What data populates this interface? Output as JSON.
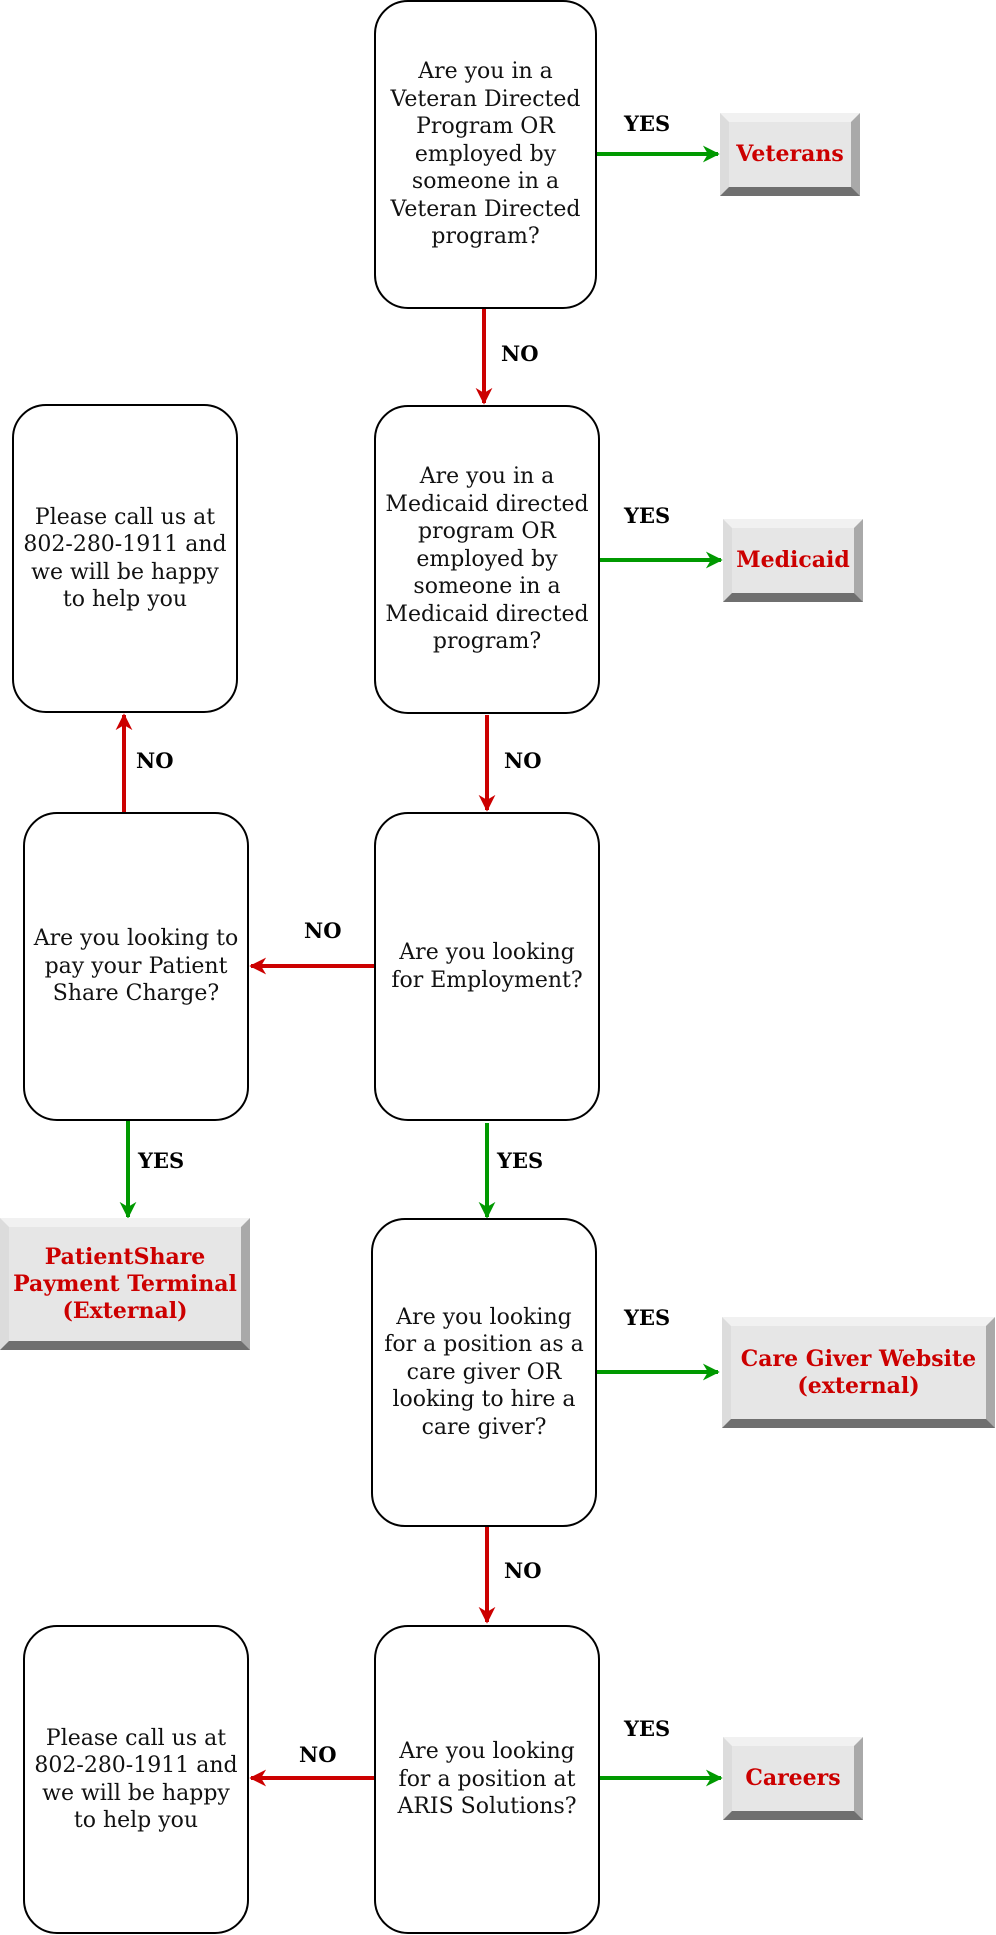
{
  "colors": {
    "yes": "#009900",
    "no": "#cc0000",
    "link_text": "#cc0000",
    "button_face": "#e6e6e6"
  },
  "labels": {
    "yes": "YES",
    "no": "NO"
  },
  "questions": {
    "q_veteran": "Are you in a Veteran Directed Program OR employed by someone in a Veteran Directed program?",
    "q_medicaid": "Are you in a Medicaid directed program OR employed by someone in a Medicaid directed program?",
    "q_employment": "Are you looking for Employment?",
    "q_patient_share": "Are you looking to pay your Patient Share Charge?",
    "q_caregiver": "Are you looking for a position as a care giver OR looking to hire a care giver?",
    "q_aris": "Are you looking for a position at ARIS Solutions?",
    "call_top": "Please call us at 802-280-1911 and we will be happy to help you",
    "call_bottom": "Please call us at 802-280-1911 and we will be happy to help you"
  },
  "links": {
    "veterans": "Veterans",
    "medicaid": "Medicaid",
    "patientshare": "PatientShare Payment Terminal (External)",
    "caregiver": "Care Giver Website (external)",
    "careers": "Careers"
  }
}
